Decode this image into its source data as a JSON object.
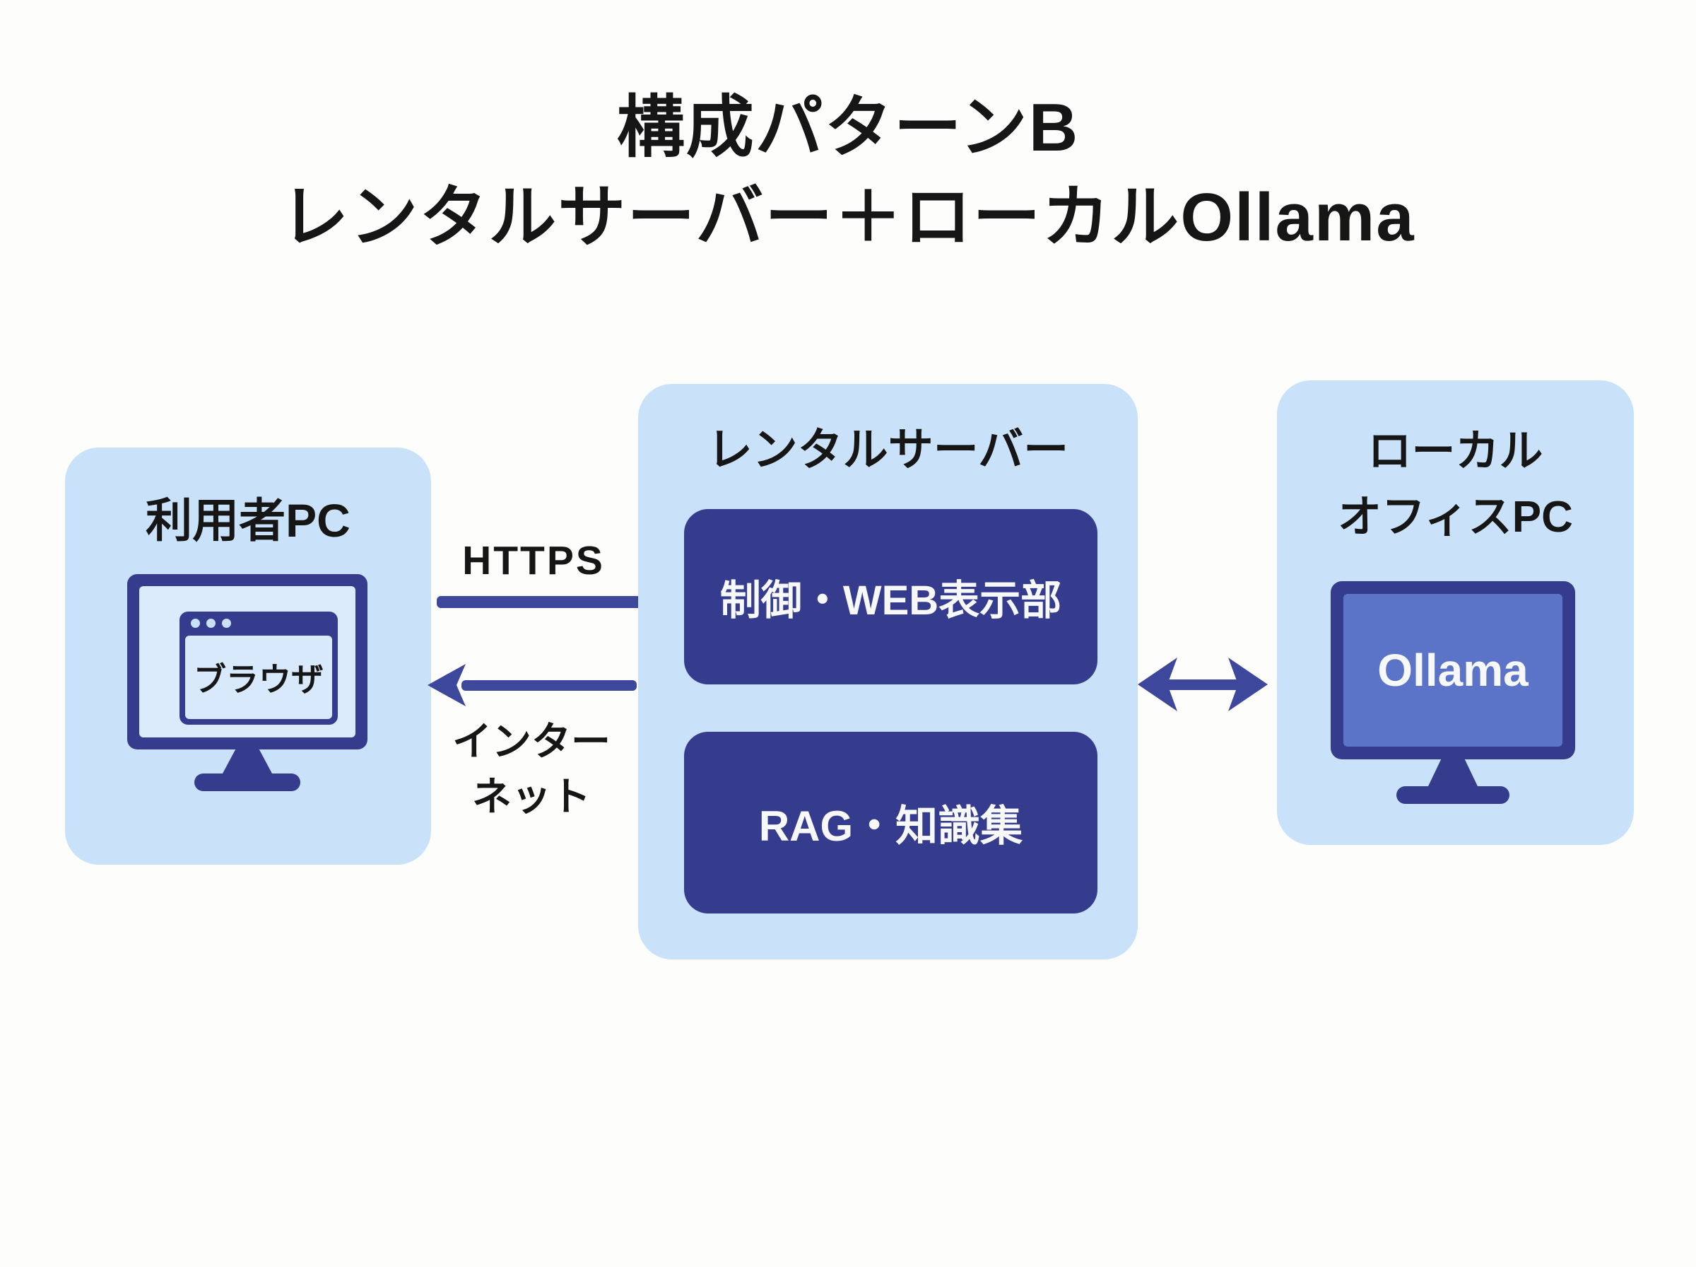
{
  "title": {
    "line1": "構成パターンB",
    "line2": "レンタルサーバー＋ローカルOllama"
  },
  "nodes": {
    "user_pc": {
      "label": "利用者PC",
      "browser_label": "ブラウザ"
    },
    "rental_server": {
      "label": "レンタルサーバー",
      "modules": [
        {
          "label": "制御・WEB表示部"
        },
        {
          "label": "RAG・知識集"
        }
      ]
    },
    "local_pc": {
      "label_line1": "ローカル",
      "label_line2": "オフィスPC",
      "screen_label": "Ollama"
    }
  },
  "connections": {
    "https": {
      "label": "HTTPS",
      "direction": "left-to-right"
    },
    "internet": {
      "label_line1": "インター",
      "label_line2": "ネット",
      "direction": "right-to-left"
    },
    "local_link": {
      "direction": "bidirectional"
    }
  },
  "colors": {
    "background": "#FDFDFB",
    "panel_blue": "#C9E2F9",
    "navy": "#363C8D",
    "arrow_navy": "#3D479B",
    "screen_blue": "#5C74C7",
    "screen_light": "#DCEBFB",
    "browser_body": "#D8E9FB",
    "dot_blue": "#C9E2F9",
    "text_dark": "#161616",
    "text_light": "#F7F8FA"
  }
}
